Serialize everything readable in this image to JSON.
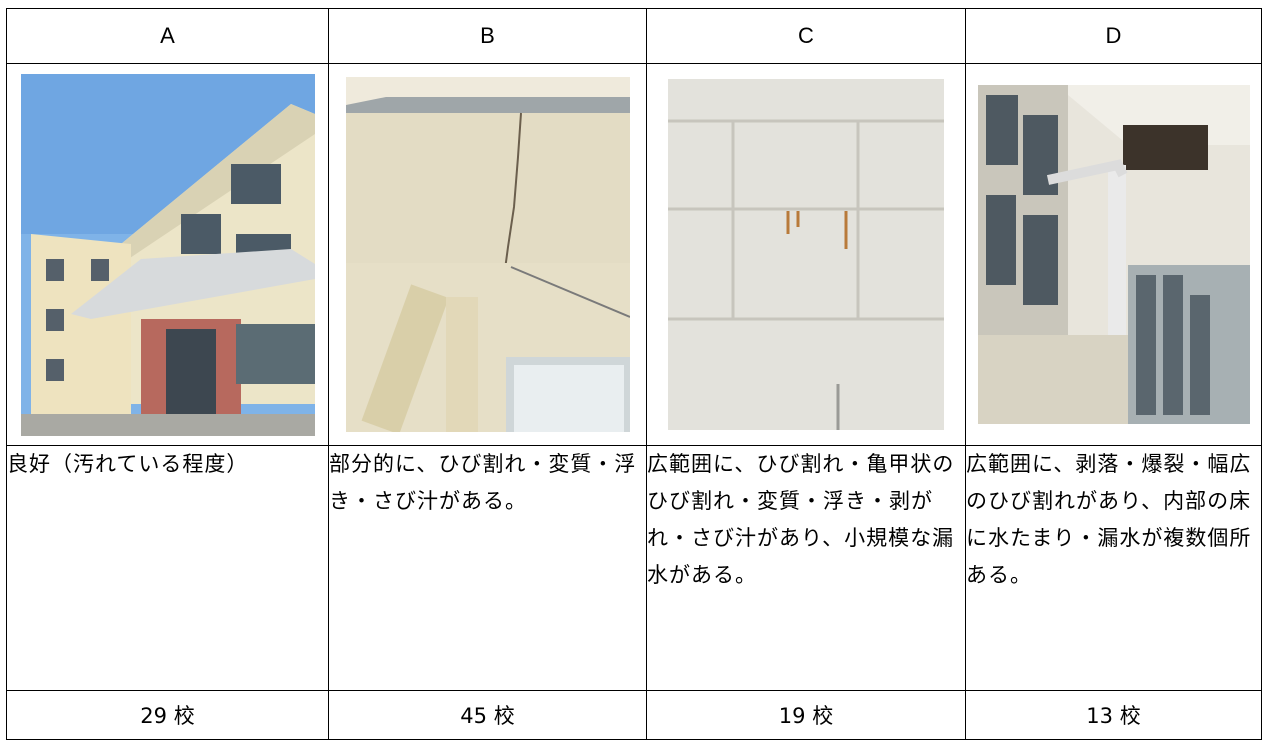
{
  "columns": [
    {
      "header": "A",
      "description": "良好（汚れている程度）",
      "count": "29 校",
      "photo_icon": "school-building-photo"
    },
    {
      "header": "B",
      "description": "部分的に、ひび割れ・変質・浮き・さび汁がある。",
      "count": "45 校",
      "photo_icon": "cracked-wall-photo"
    },
    {
      "header": "C",
      "description": "広範囲に、ひび割れ・亀甲状のひび割れ・変質・浮き・剥がれ・さび汁があり、小規模な漏水がある。",
      "count": "19 校",
      "photo_icon": "rust-stained-wall-photo"
    },
    {
      "header": "D",
      "description": "広範囲に、剥落・爆裂・幅広のひび割れがあり、内部の床に水たまり・漏水が複数個所ある。",
      "count": "13 校",
      "photo_icon": "spalled-eave-photo"
    }
  ]
}
